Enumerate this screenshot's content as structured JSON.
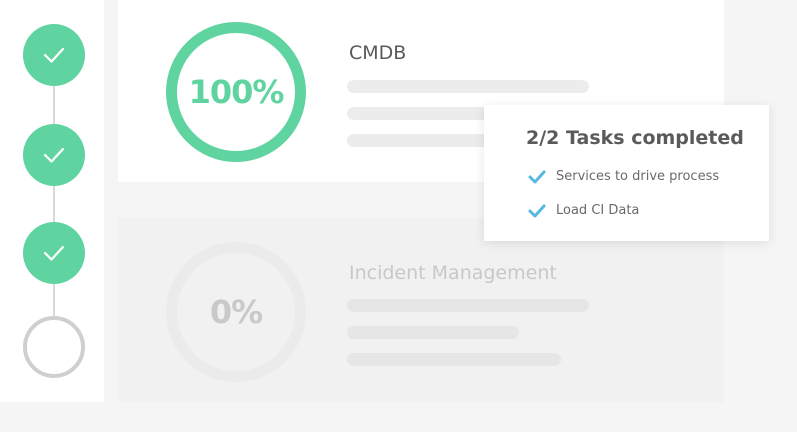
{
  "colors": {
    "accent_green": "#5fd4a0",
    "check_blue": "#55b9e0",
    "inactive_gray": "#cfcfcf"
  },
  "stepper": {
    "steps": [
      {
        "state": "completed",
        "icon": "checkmark-icon"
      },
      {
        "state": "completed",
        "icon": "checkmark-icon"
      },
      {
        "state": "completed",
        "icon": "checkmark-icon"
      },
      {
        "state": "pending",
        "icon": "empty-circle-icon"
      }
    ]
  },
  "cards": [
    {
      "title": "CMDB",
      "progress_label": "100%",
      "progress": 1.0,
      "state": "active"
    },
    {
      "title": "Incident Management",
      "progress_label": "0%",
      "progress": 0.0,
      "state": "inactive"
    }
  ],
  "tooltip": {
    "title": "2/2 Tasks completed",
    "tasks": [
      {
        "label": "Services to drive process",
        "icon": "checkmark-icon"
      },
      {
        "label": "Load CI Data",
        "icon": "checkmark-icon"
      }
    ]
  }
}
